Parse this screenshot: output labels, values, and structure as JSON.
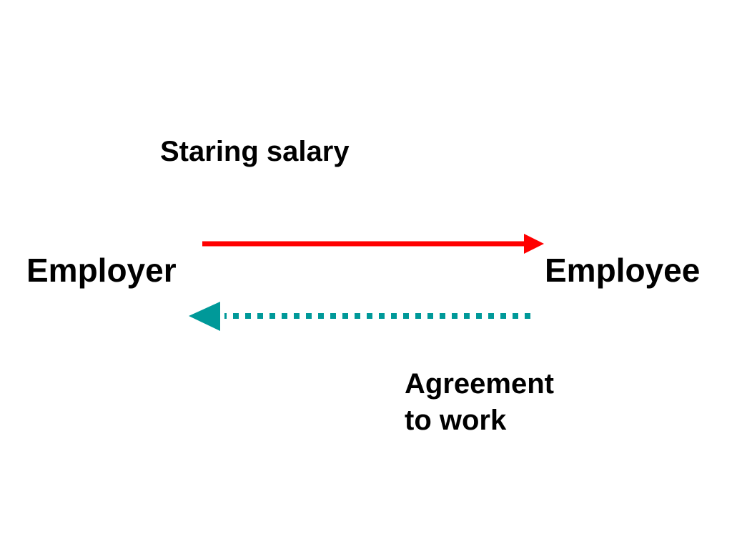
{
  "diagram": {
    "top_label": "Staring salary",
    "left_node": "Employer",
    "right_node": "Employee",
    "bottom_label_line1": "Agreement",
    "bottom_label_line2": "to work"
  },
  "colors": {
    "forward_arrow": "#ff0000",
    "return_arrow": "#009999",
    "text": "#000000",
    "background": "#ffffff"
  }
}
